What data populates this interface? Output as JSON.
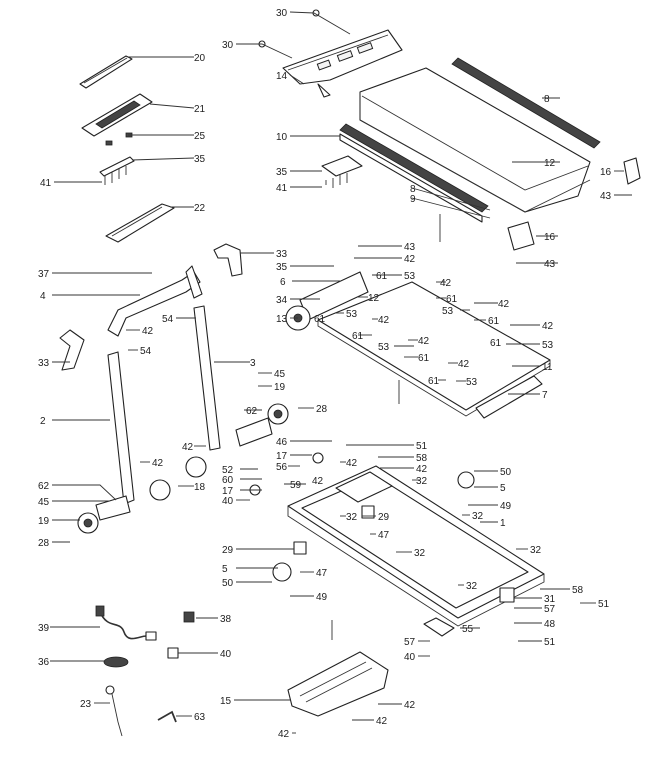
{
  "callouts": {
    "c20": "20",
    "c21": "21",
    "c25": "25",
    "c35a": "35",
    "c41a": "41",
    "c22": "22",
    "c30a": "30",
    "c30b": "30",
    "c14": "14",
    "c8a": "8",
    "c12a": "12",
    "c10": "10",
    "c35b": "35",
    "c41b": "41",
    "c8b": "8",
    "c9": "9",
    "c16a": "16",
    "c43a": "43",
    "c16b": "16",
    "c43b": "43",
    "c33a": "33",
    "c37": "37",
    "c4": "4",
    "c42a": "42",
    "c54a": "54",
    "c54b": "54",
    "c33b": "33",
    "c43c": "43",
    "c42b": "42",
    "c35c": "35",
    "c61a": "61",
    "c53a": "53",
    "c6": "6",
    "c12b": "12",
    "c34": "34",
    "c13": "13",
    "c61b": "61",
    "c53b": "53",
    "c42c": "42",
    "c53c": "53",
    "c61c": "61",
    "c42d": "42",
    "c61d": "61",
    "c42e": "42",
    "c61e": "61",
    "c53d": "53",
    "c42f": "42",
    "c61f": "61",
    "c53e": "53",
    "c42g": "42",
    "c61g": "61",
    "c42h": "42",
    "c61h": "61",
    "c53f": "53",
    "c11": "11",
    "c7": "7",
    "c3": "3",
    "c45a": "45",
    "c19a": "19",
    "c62a": "62",
    "c28a": "28",
    "c2": "2",
    "c42i": "42",
    "c18": "18",
    "c62b": "62",
    "c45b": "45",
    "c19b": "19",
    "c28b": "28",
    "c46": "46",
    "c17a": "17",
    "c51a": "51",
    "c58a": "58",
    "c52": "52",
    "c56": "56",
    "c60": "60",
    "c59": "59",
    "c17b": "17",
    "c40a": "40",
    "c42j": "42",
    "c42k": "42",
    "c42l": "42",
    "c32a": "32",
    "c50a": "50",
    "c5a": "5",
    "c49a": "49",
    "c32b": "32",
    "c29a": "29",
    "c47a": "47",
    "c32c": "32",
    "c1": "1",
    "c32d": "32",
    "c32e": "32",
    "c32f": "32",
    "c29b": "29",
    "c5b": "5",
    "c47b": "47",
    "c50b": "50",
    "c49b": "49",
    "c58b": "58",
    "c31": "31",
    "c51b": "51",
    "c57a": "57",
    "c48": "48",
    "c51c": "51",
    "c55": "55",
    "c57b": "57",
    "c40b": "40",
    "c38": "38",
    "c39": "39",
    "c40c": "40",
    "c36": "36",
    "c23": "23",
    "c63": "63",
    "c15": "15",
    "c42m": "42",
    "c42n": "42",
    "c42o": "42"
  }
}
